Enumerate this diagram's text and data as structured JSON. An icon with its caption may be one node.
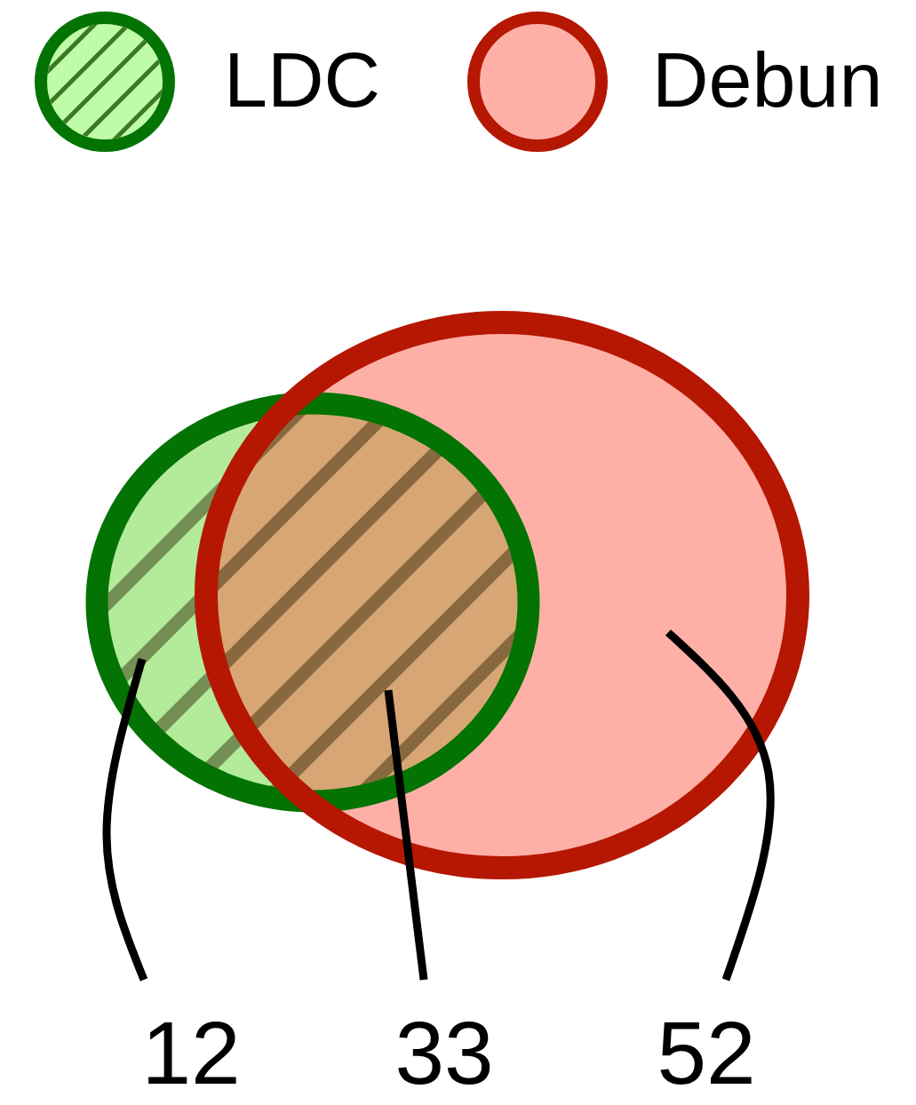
{
  "diagram": {
    "nodes": [
      {
        "text": [
          "12"
        ]
      },
      {
        "text": [
          "33"
        ]
      },
      {
        "text": [
          "52"
        ]
      }
    ],
    "edges": [
      {
        "from": 0,
        "to": null,
        "arrow": "none"
      },
      {
        "from": 1,
        "to": null,
        "arrow": "none"
      },
      {
        "from": 2,
        "to": null,
        "arrow": "none"
      }
    ],
    "legend": [
      {
        "text": "LDC"
      },
      {
        "text": "Debun",
        "color": "#ffb0a6"
      }
    ]
  }
}
